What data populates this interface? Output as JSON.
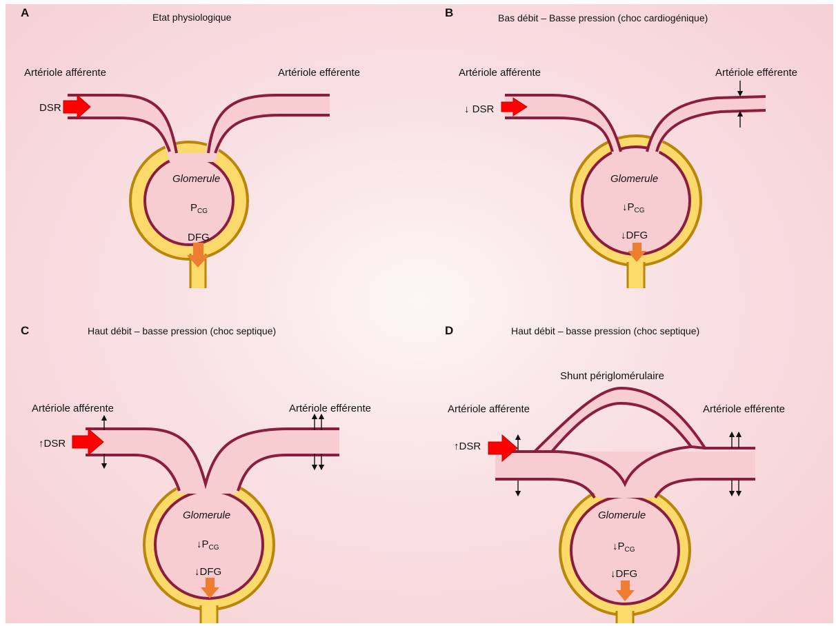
{
  "panels": {
    "A": {
      "letter": "A",
      "title": "Etat physiologique",
      "afferent": "Artériole afférente",
      "efferent": "Artériole efférente",
      "dsr": "DSR",
      "glomerule": "Glomerule",
      "pcg_main": "P",
      "pcg_sub": "CG",
      "dfg": "DFG"
    },
    "B": {
      "letter": "B",
      "title": "Bas débit – Basse pression (choc cardiogénique)",
      "afferent": "Artériole afférente",
      "efferent": "Artériole efférente",
      "dsr": "↓ DSR",
      "glomerule": "Glomerule",
      "pcg_main": "↓P",
      "pcg_sub": "CG",
      "dfg": "↓DFG"
    },
    "C": {
      "letter": "C",
      "title": "Haut débit – basse pression (choc septique)",
      "afferent": "Artériole afférente",
      "efferent": "Artériole efférente",
      "dsr": "↑DSR",
      "glomerule": "Glomerule",
      "pcg_main": "↓P",
      "pcg_sub": "CG",
      "dfg": "↓DFG"
    },
    "D": {
      "letter": "D",
      "title": "Haut débit – basse pression (choc septique)",
      "shunt": "Shunt périglomérulaire",
      "afferent": "Artériole afférente",
      "efferent": "Artériole efférente",
      "dsr": "↑DSR",
      "glomerule": "Glomerule",
      "pcg_main": "↓P",
      "pcg_sub": "CG",
      "dfg": "↓DFG"
    }
  },
  "colors": {
    "vessel_wall": "#8b1e3f",
    "vessel_fill": "#f8cdd2",
    "capsule_outer": "#b8860b",
    "capsule_fill": "#fbd96a",
    "dsr_arrow": "#ff0000",
    "dfg_arrow": "#ed7d31"
  }
}
